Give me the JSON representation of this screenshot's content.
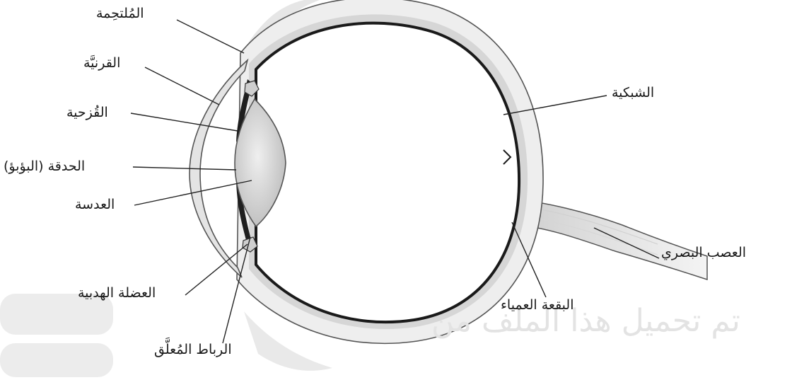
{
  "diagram": {
    "labels": {
      "conjunctiva": "المُلتحِمة",
      "cornea": "القرنيَّة",
      "iris": "القُزحية",
      "pupil": "الحدقة (البؤبؤ)",
      "lens": "العدسة",
      "ciliary_muscle": "العضلة الهدبية",
      "suspensory_ligament": "الرباط المُعلَّق",
      "retina": "الشبكية",
      "optic_nerve": "العصب البصري",
      "blind_spot": "البقعة العمياء"
    },
    "watermark": "تم تحميل هذا الملف من"
  },
  "colors": {
    "line": "#222222",
    "sclera_fill": "#eeeeee",
    "retina_dark": "#1a1a1a",
    "lens_fill": "#d9d9d9",
    "watermark": "#e3e3e3",
    "logo_bars": "#ececec"
  }
}
